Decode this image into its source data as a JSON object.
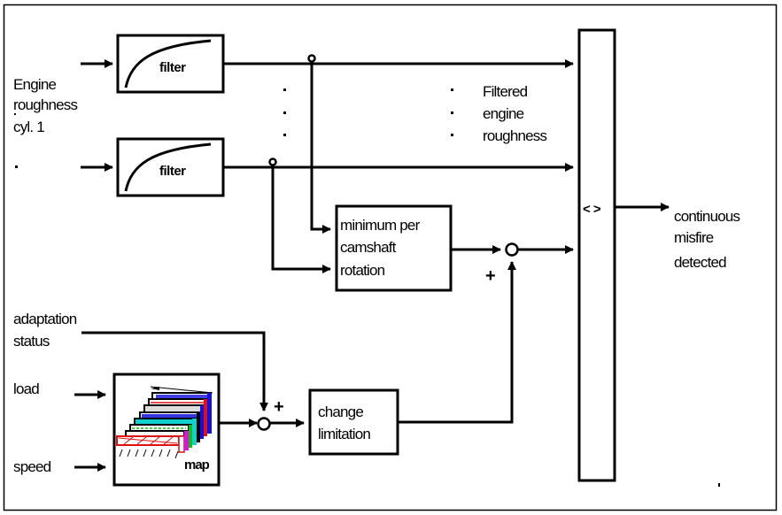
{
  "diagram": {
    "title": "Continuous misfire detection block diagram",
    "inputs": {
      "engine_roughness": [
        "Engine",
        "roughness",
        "cyl. 1"
      ],
      "second_input_dot": ".",
      "adaptation_status": [
        "adaptation",
        "status"
      ],
      "load": "load",
      "speed": "speed"
    },
    "blocks": {
      "filter_1": "filter",
      "filter_2": "filter",
      "minimum": [
        "minimum per",
        "camshaft",
        "rotation"
      ],
      "map": "map",
      "change_limitation": [
        "change",
        "limitation"
      ],
      "comparator": "< >"
    },
    "annotations": {
      "filtered_roughness": [
        "Filtered",
        "engine",
        "roughness"
      ],
      "plus_upper": "+",
      "plus_lower": "+"
    },
    "output": [
      "continuous",
      "misfire",
      "detected"
    ],
    "colors": {
      "line": "#000000",
      "background": "#ffffff",
      "map_blue": "#1010e0",
      "map_red": "#e01010",
      "map_cyan": "#10d0d0",
      "map_green": "#10c010",
      "map_magenta": "#e010e0"
    }
  }
}
